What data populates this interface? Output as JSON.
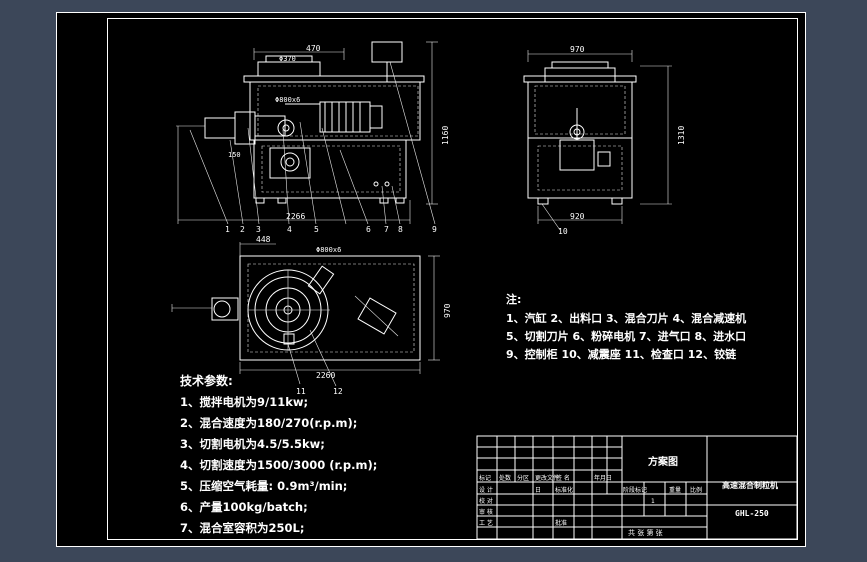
{
  "drawing": {
    "dims_front": {
      "width_top": "470",
      "dia_top": "Φ370",
      "dia_mid": "Φ800x6",
      "dim_150": "150",
      "height": "1160",
      "length": "2266",
      "offset": "448"
    },
    "dims_side": {
      "width_top": "970",
      "height": "1310",
      "width_bottom": "920"
    },
    "dims_top": {
      "dia": "Φ800x6",
      "width": "970",
      "length": "2260"
    },
    "balloons_front": [
      "1",
      "2",
      "3",
      "4",
      "5",
      "6",
      "7",
      "8",
      "9"
    ],
    "balloon_side": "10",
    "balloons_top": [
      "11",
      "12"
    ]
  },
  "notes": {
    "title": "注:",
    "lines": [
      "1、汽缸  2、出料口 3、混合刀片 4、混合减速机",
      "5、切割刀片 6、粉碎电机 7、进气口 8、进水口",
      "9、控制柜 10、减震座 11、检查口 12、铰链"
    ]
  },
  "specs": {
    "title": "技术参数:",
    "lines": [
      "1、搅拌电机为9/11kw;",
      "2、混合速度为180/270(r.p.m);",
      "3、切割电机为4.5/5.5kw;",
      "4、切割速度为1500/3000 (r.p.m);",
      "5、压缩空气耗量: 0.9m³/min;",
      "6、产量100kg/batch;",
      "7、混合室容积为250L;"
    ]
  },
  "title_block": {
    "scheme": "方案图",
    "machine_name": "高速混合制粒机",
    "model": "GHL-250",
    "row_headers": [
      "标记",
      "处数",
      "分区",
      "更改文件",
      "签 名",
      "年月日"
    ],
    "roles": [
      "设 计",
      "校 对",
      "审 核",
      "工 艺"
    ],
    "std": "标准化",
    "date_mark": "日",
    "approve": "批准",
    "stage_headers": [
      "阶段标记",
      "重量",
      "比例"
    ],
    "sheet_num": "1",
    "sheet_text": "共  张  第  张"
  }
}
